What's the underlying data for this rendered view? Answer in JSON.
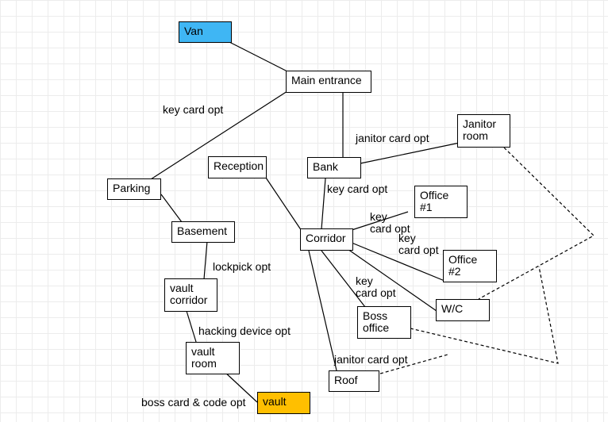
{
  "colors": {
    "van_fill": "#3fb6f4",
    "vault_fill": "#ffbf00",
    "node_fill": "#ffffff",
    "line": "#000000"
  },
  "nodes": {
    "van": "Van",
    "main_entrance": "Main entrance",
    "janitor_room": "Janitor\nroom",
    "reception": "Reception",
    "bank": "Bank",
    "parking": "Parking",
    "office1": "Office\n#1",
    "basement": "Basement",
    "corridor": "Corridor",
    "office2": "Office\n#2",
    "vault_corridor": "vault\ncorridor",
    "boss_office": "Boss\noffice",
    "wc": "W/C",
    "vault_room": "vault\nroom",
    "roof": "Roof",
    "vault": "vault"
  },
  "edge_labels": {
    "key_card_main_parking": "key card opt",
    "janitor_card_bank": "janitor card opt",
    "key_card_bank_corridor": "key card opt",
    "key_card_office1": "key\ncard opt",
    "key_card_office2": "key\ncard opt",
    "lockpick": "lockpick opt",
    "key_card_boss": "key\ncard opt",
    "hacking_device": "hacking device opt",
    "janitor_card_roof": "janitor card opt",
    "boss_card_code": "boss card & code opt"
  }
}
